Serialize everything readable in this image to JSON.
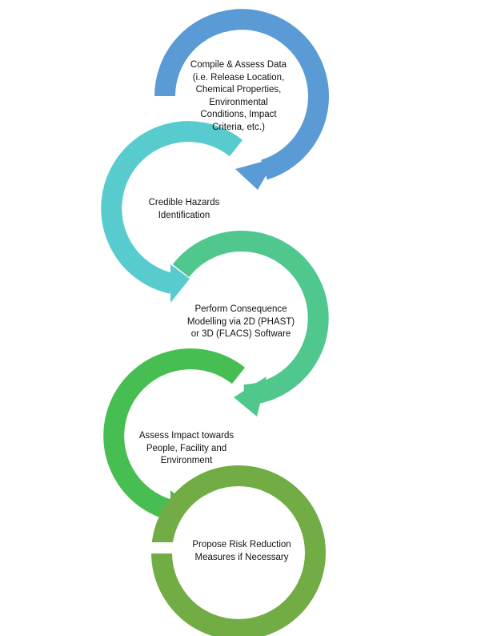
{
  "steps": [
    {
      "text": "Compile & Assess Data\n(i.e. Release Location,\nChemical Properties,\nEnvironmental\nConditions, Impact\nCriteria, etc.)",
      "color": "#5B9BD5"
    },
    {
      "text": "Credible Hazards\nIdentification",
      "color": "#58CBCF"
    },
    {
      "text": "Perform Consequence\nModelling via 2D (PHAST)\nor 3D (FLACS) Software",
      "color": "#4FC78D"
    },
    {
      "text": "Assess Impact towards\nPeople, Facility and\nEnvironment",
      "color": "#47BE51"
    },
    {
      "text": "Propose Risk Reduction\nMeasures if Necessary",
      "color": "#72AC45"
    }
  ]
}
